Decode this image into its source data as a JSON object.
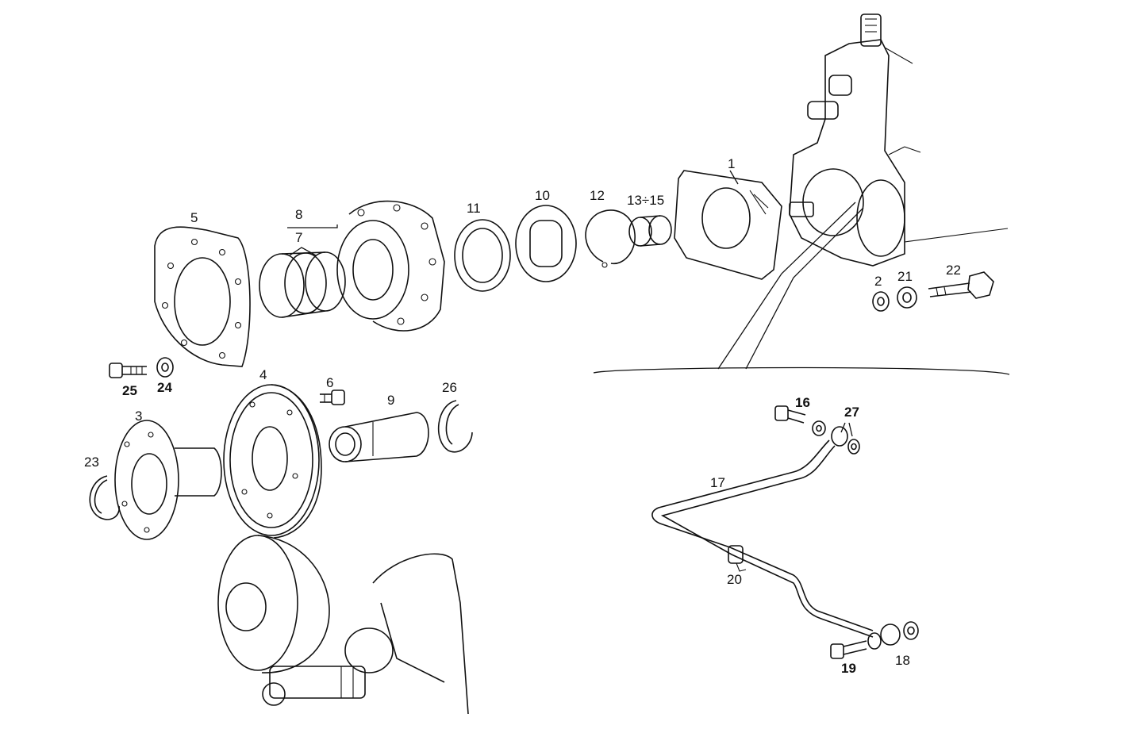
{
  "callouts": {
    "c1": "1",
    "c2": "2",
    "c3": "3",
    "c4": "4",
    "c5": "5",
    "c6": "6",
    "c7": "7",
    "c8": "8",
    "c9": "9",
    "c10": "10",
    "c11": "11",
    "c12": "12",
    "c13_15": "13÷15",
    "c16": "16",
    "c17": "17",
    "c18": "18",
    "c19": "19",
    "c20": "20",
    "c21": "21",
    "c22": "22",
    "c23": "23",
    "c24": "24",
    "c25": "25",
    "c26": "26",
    "c27": "27"
  },
  "colors": {
    "ink": "#111111",
    "paper": "#ffffff"
  }
}
